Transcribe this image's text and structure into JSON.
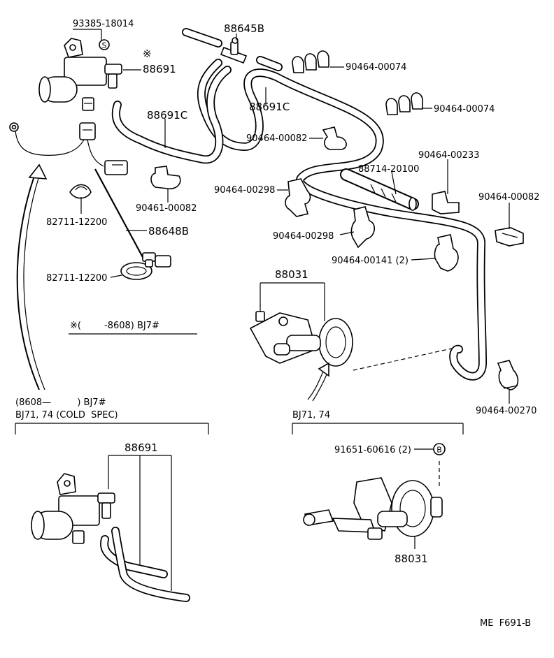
{
  "labels": {
    "p93385": "93385-18014",
    "p88645b": "88645B",
    "p88691_top": "88691",
    "p88691c_left": "88691C",
    "p88691c_right": "88691C",
    "p90464_00074_a": "90464-00074",
    "p90464_00074_b": "90464-00074",
    "p90464_00082_a": "90464-00082",
    "p90464_00082_b": "90464-00082",
    "p90464_00233": "90464-00233",
    "p88714": "88714-20100",
    "p90464_00298_a": "90464-00298",
    "p90464_00298_b": "90464-00298",
    "p90461": "90461-00082",
    "p82711_a": "82711-12200",
    "p82711_b": "82711-12200",
    "p88648b": "88648B",
    "p90464_00141": "90464-00141 (2)",
    "p88031_top": "88031",
    "p90464_00270": "90464-00270",
    "p91651": "91651-60616 (2)",
    "p88691_bottom": "88691",
    "p88031_bottom": "88031"
  },
  "marks": {
    "kome": "※",
    "circle_s": "S",
    "circle_b": "B"
  },
  "notes": {
    "kome_range": "※(        -8608) BJ7#",
    "left_range": "(8608—         ) BJ7#",
    "left_model": "BJ71, 74 (COLD  SPEC)",
    "right_model": "BJ71, 74",
    "figure_code": "ME  F691-B"
  }
}
